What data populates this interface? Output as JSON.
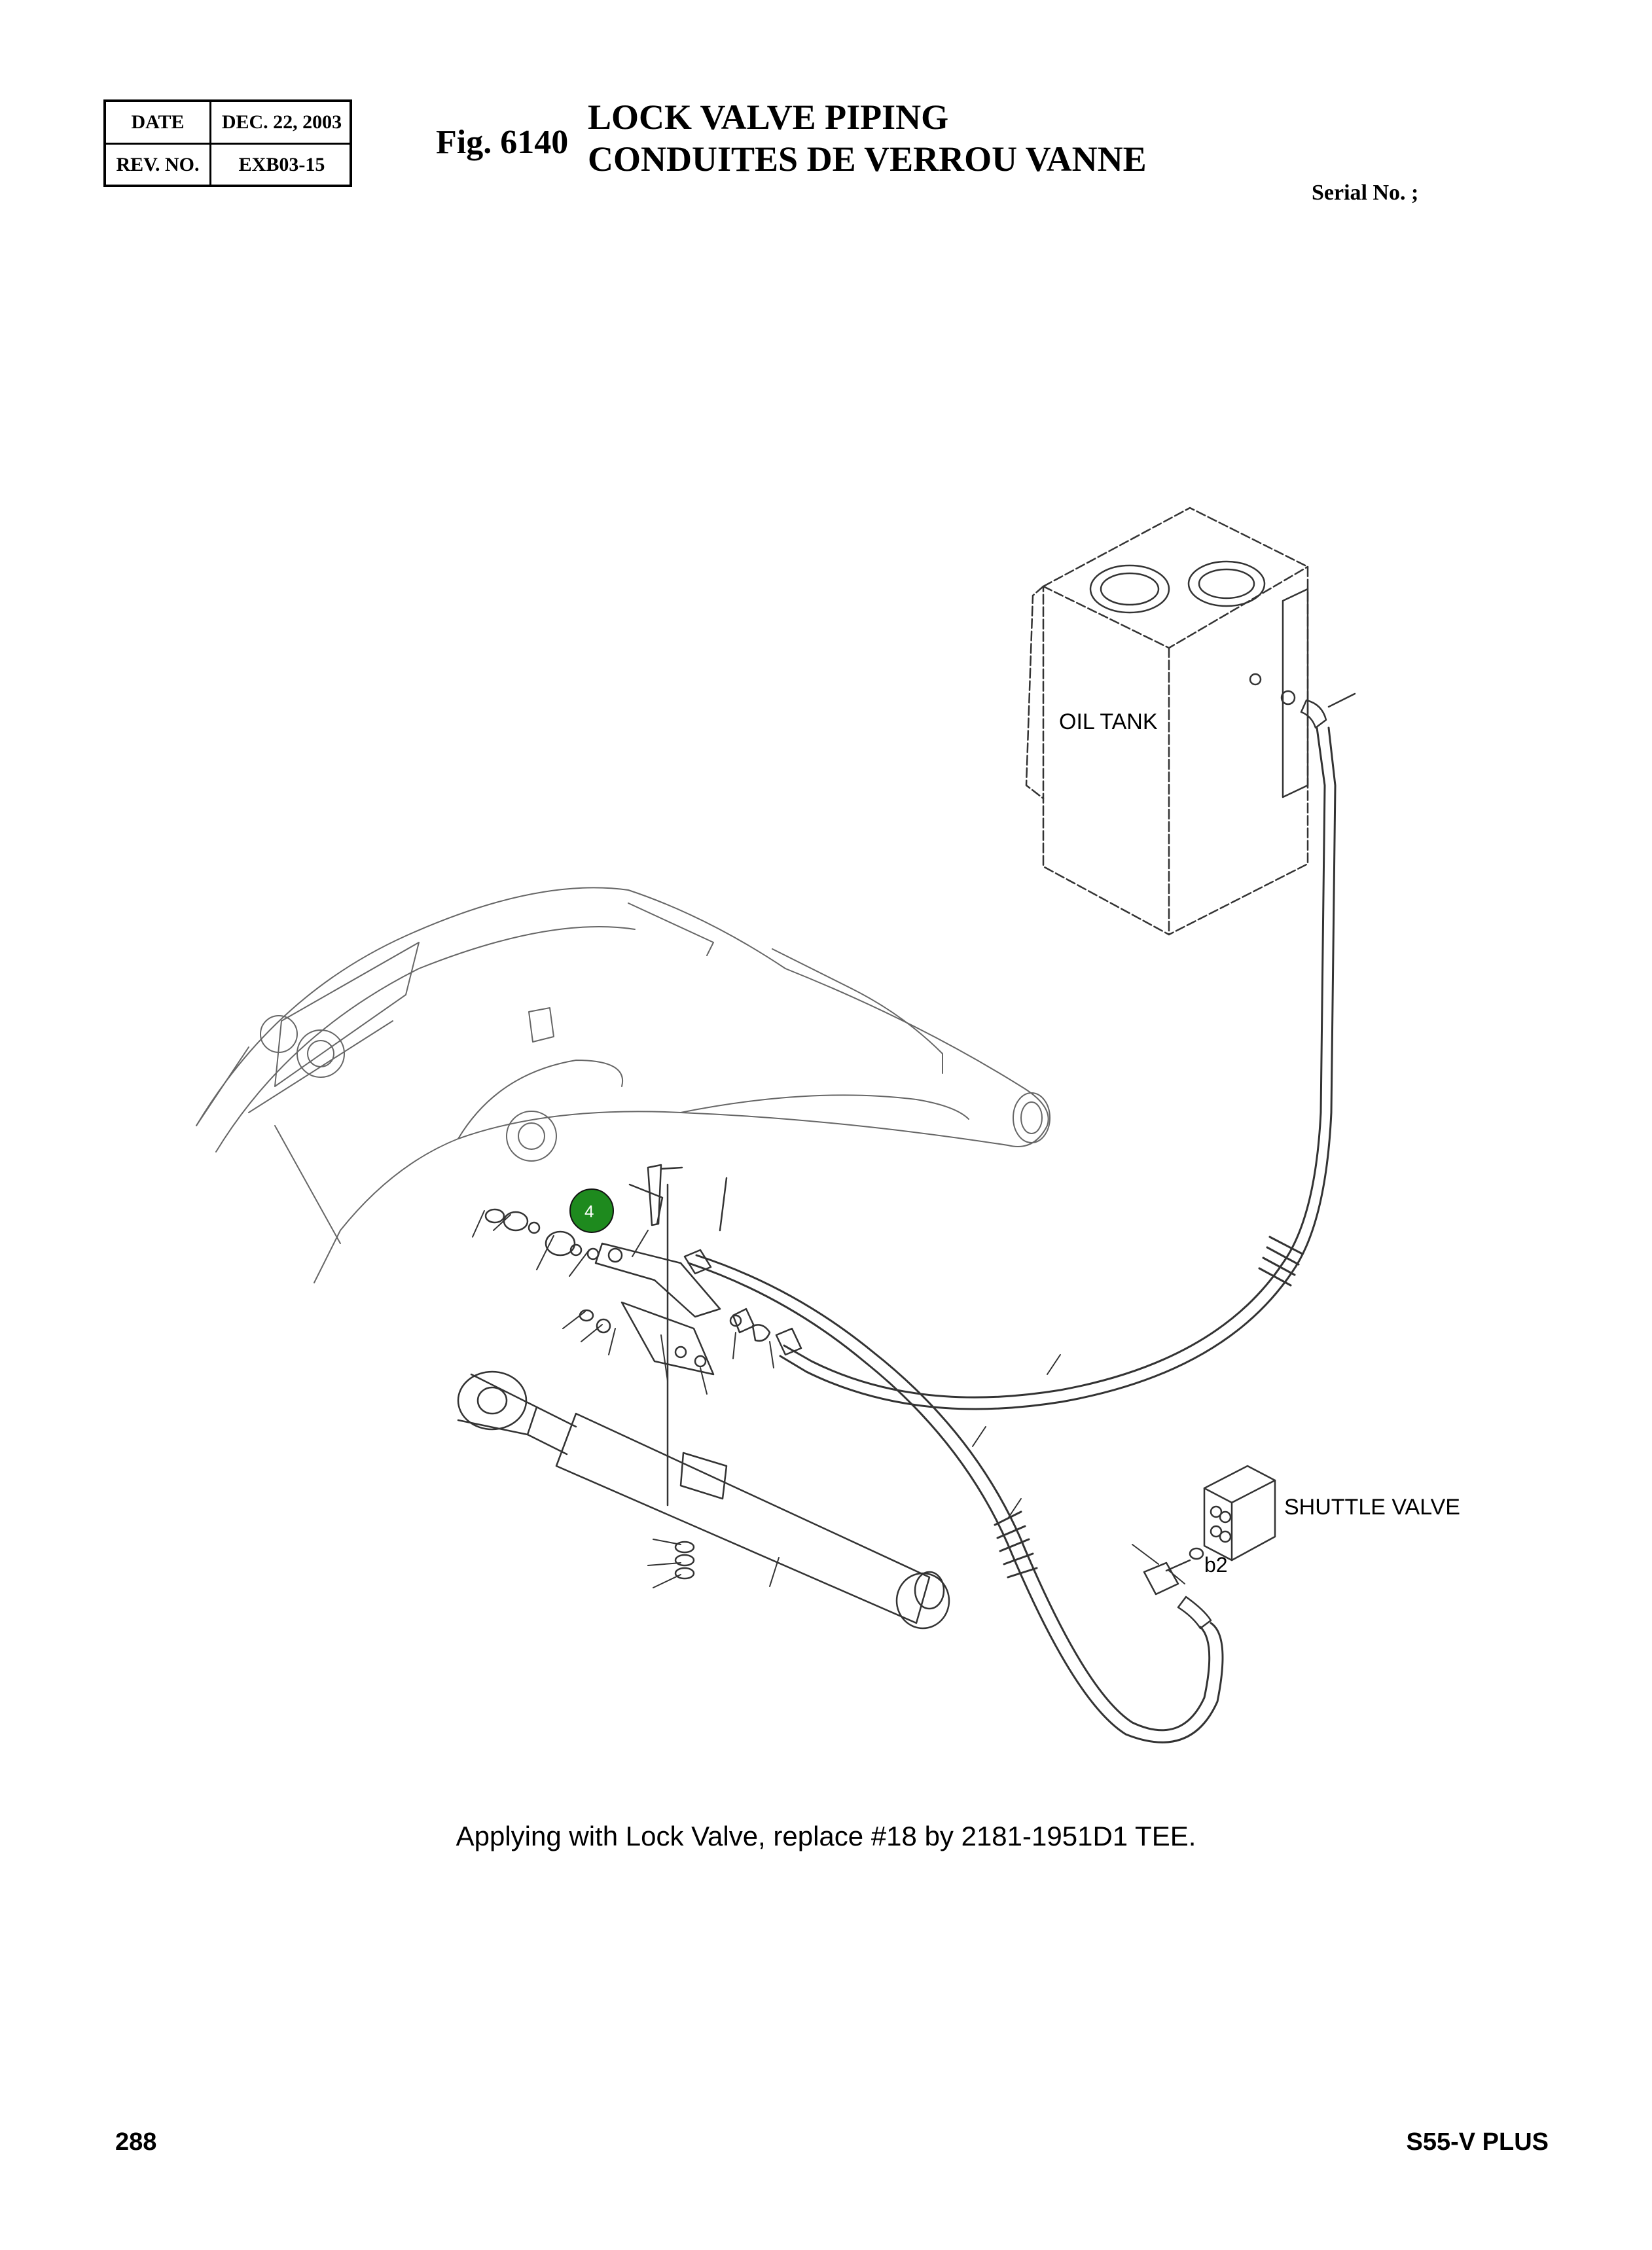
{
  "revision": {
    "date_label": "DATE",
    "date_value": "DEC. 22, 2003",
    "rev_label": "REV. NO.",
    "rev_value": "EXB03-15"
  },
  "figure": {
    "number": "Fig. 6140",
    "title_en": "LOCK VALVE PIPING",
    "title_fr": "CONDUITES DE VERROU VANNE",
    "serial": "Serial No. ;"
  },
  "diagram": {
    "labels": {
      "oil_tank": "OIL TANK",
      "shuttle_valve": "SHUTTLE VALVE",
      "port": "b2"
    },
    "callout": {
      "number": "4",
      "color": "#1e8a1e"
    }
  },
  "note": "Applying with Lock Valve, replace #18 by 2181-1951D1 TEE.",
  "footer": {
    "page_number": "288",
    "model": "S55-V PLUS"
  }
}
